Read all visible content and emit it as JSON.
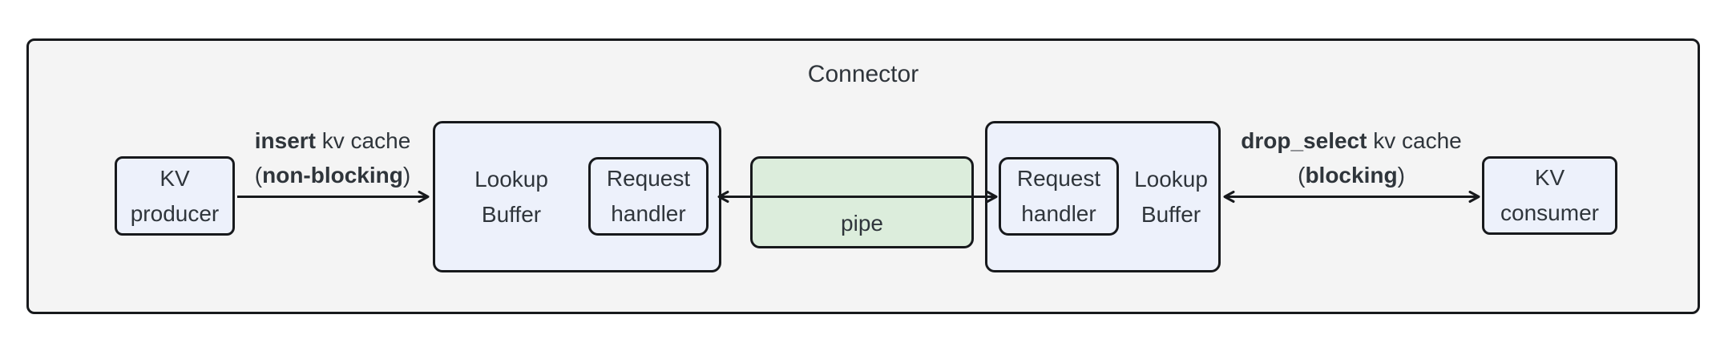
{
  "title": "Connector",
  "nodes": {
    "kv_producer": {
      "line1": "KV",
      "line2": "producer"
    },
    "lookup_buffer_left": {
      "line1": "Lookup",
      "line2": "Buffer"
    },
    "request_handler_left": {
      "line1": "Request",
      "line2": "handler"
    },
    "pipe": {
      "label": "pipe"
    },
    "request_handler_right": {
      "line1": "Request",
      "line2": "handler"
    },
    "lookup_buffer_right": {
      "line1": "Lookup",
      "line2": "Buffer"
    },
    "kv_consumer": {
      "line1": "KV",
      "line2": "consumer"
    }
  },
  "edges": {
    "insert": {
      "bold1": "insert",
      "rest1": " kv cache",
      "pre2": "(",
      "bold2": "non-blocking",
      "post2": ")"
    },
    "drop_select": {
      "bold1": "drop_select",
      "rest1": " kv cache",
      "pre2": "(",
      "bold2": "blocking",
      "post2": ")"
    }
  },
  "colors": {
    "container_fill": "#f4f4f4",
    "node_fill": "#edf1fb",
    "pipe_fill": "#dceddc",
    "border": "#17191c",
    "text": "#2f353b"
  }
}
